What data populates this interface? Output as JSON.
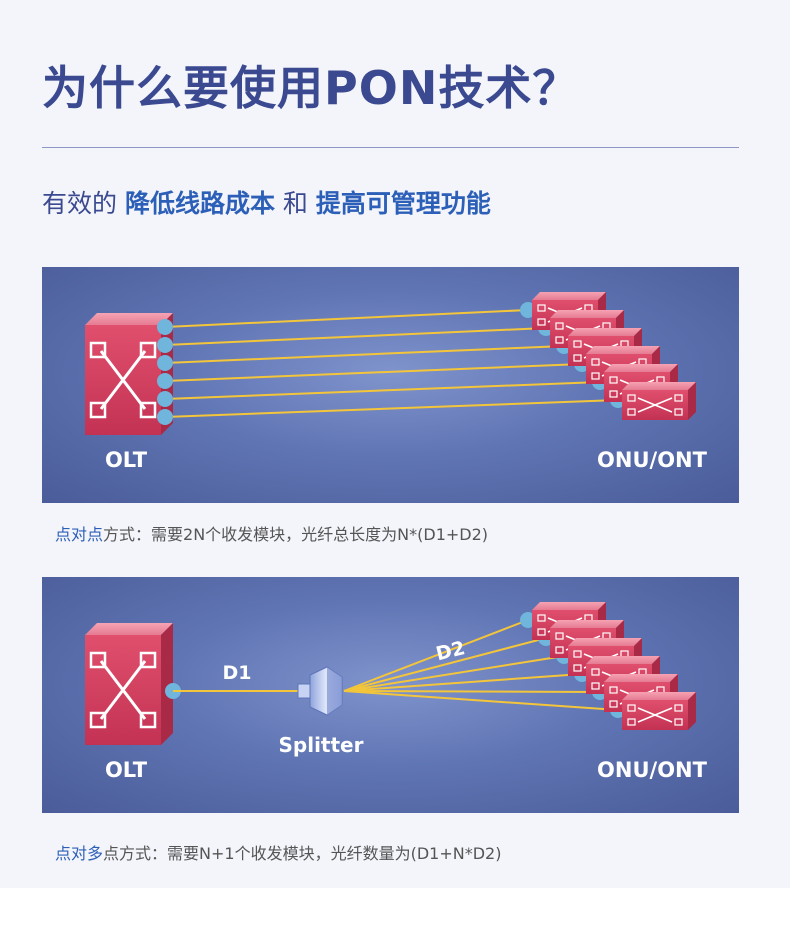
{
  "title": "为什么要使用PON技术？",
  "subtitle": {
    "prefix": "有效的 ",
    "highlight1": "降低线路成本",
    "middle": " 和 ",
    "highlight2": "提高可管理功能"
  },
  "diagram1": {
    "olt_label": "OLT",
    "onu_label": "ONU/ONT",
    "caption_highlight": "点对点",
    "caption_rest": "方式：需要2N个收发模块，光纤总长度为N*(D1+D2)"
  },
  "diagram2": {
    "olt_label": "OLT",
    "onu_label": "ONU/ONT",
    "splitter_label": "Splitter",
    "d1_label": "D1",
    "d2_label": "D2",
    "caption_highlight": "点对多",
    "caption_rest": "点方式：需要N+1个收发模块，光纤数量为(D1+N*D2)"
  },
  "colors": {
    "title": "#3a4990",
    "highlight": "#2c5fb8",
    "fiber": "#f3c53a",
    "port": "#6fb5dc",
    "device": "#d4405f"
  }
}
